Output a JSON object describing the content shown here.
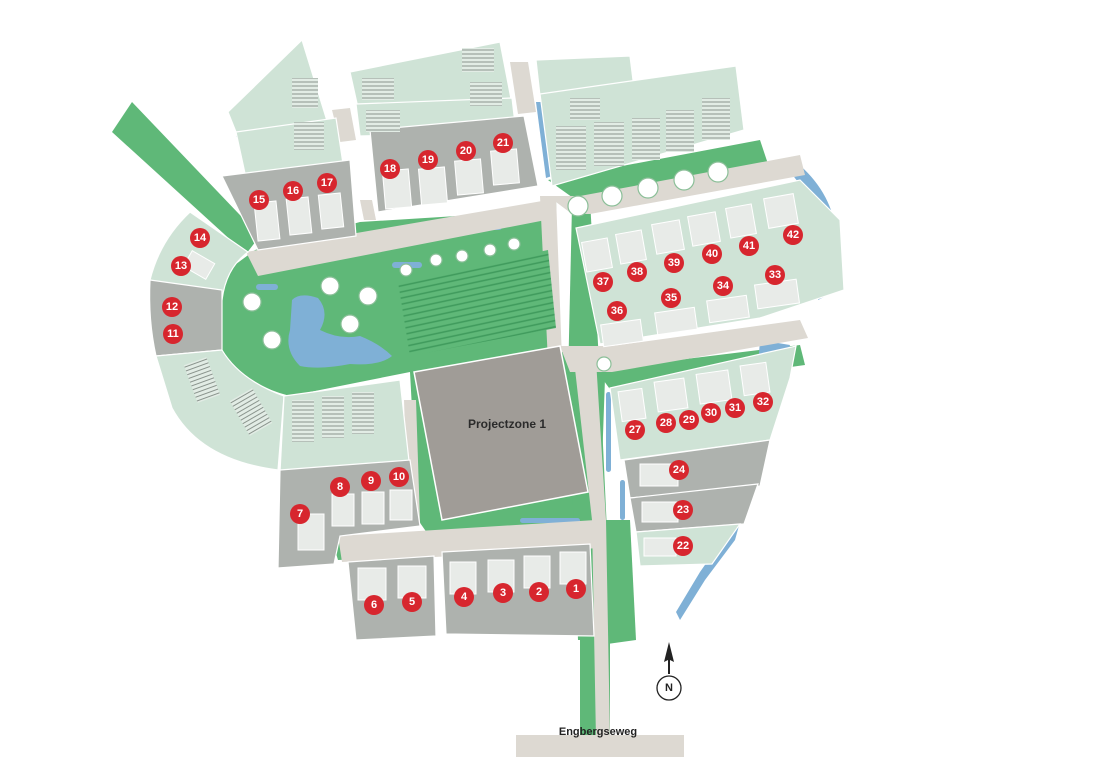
{
  "colors": {
    "marker": "#d7262e",
    "grass": "#5fb878",
    "lot_light": "#cfe3d6",
    "lot_grey": "#aeb2ae",
    "road": "#ddd9d2",
    "water": "#7fb0d6",
    "zone": "#a09c97"
  },
  "project_zone": {
    "label": "Projectzone 1"
  },
  "road": {
    "label": "Engbergseweg"
  },
  "compass": {
    "letter": "N"
  },
  "plots": [
    {
      "number": "1"
    },
    {
      "number": "2"
    },
    {
      "number": "3"
    },
    {
      "number": "4"
    },
    {
      "number": "5"
    },
    {
      "number": "6"
    },
    {
      "number": "7"
    },
    {
      "number": "8"
    },
    {
      "number": "9"
    },
    {
      "number": "10"
    },
    {
      "number": "11"
    },
    {
      "number": "12"
    },
    {
      "number": "13"
    },
    {
      "number": "14"
    },
    {
      "number": "15"
    },
    {
      "number": "16"
    },
    {
      "number": "17"
    },
    {
      "number": "18"
    },
    {
      "number": "19"
    },
    {
      "number": "20"
    },
    {
      "number": "21"
    },
    {
      "number": "22"
    },
    {
      "number": "23"
    },
    {
      "number": "24"
    },
    {
      "number": "27"
    },
    {
      "number": "28"
    },
    {
      "number": "29"
    },
    {
      "number": "30"
    },
    {
      "number": "31"
    },
    {
      "number": "32"
    },
    {
      "number": "33"
    },
    {
      "number": "34"
    },
    {
      "number": "35"
    },
    {
      "number": "36"
    },
    {
      "number": "37"
    },
    {
      "number": "38"
    },
    {
      "number": "39"
    },
    {
      "number": "40"
    },
    {
      "number": "41"
    },
    {
      "number": "42"
    }
  ]
}
